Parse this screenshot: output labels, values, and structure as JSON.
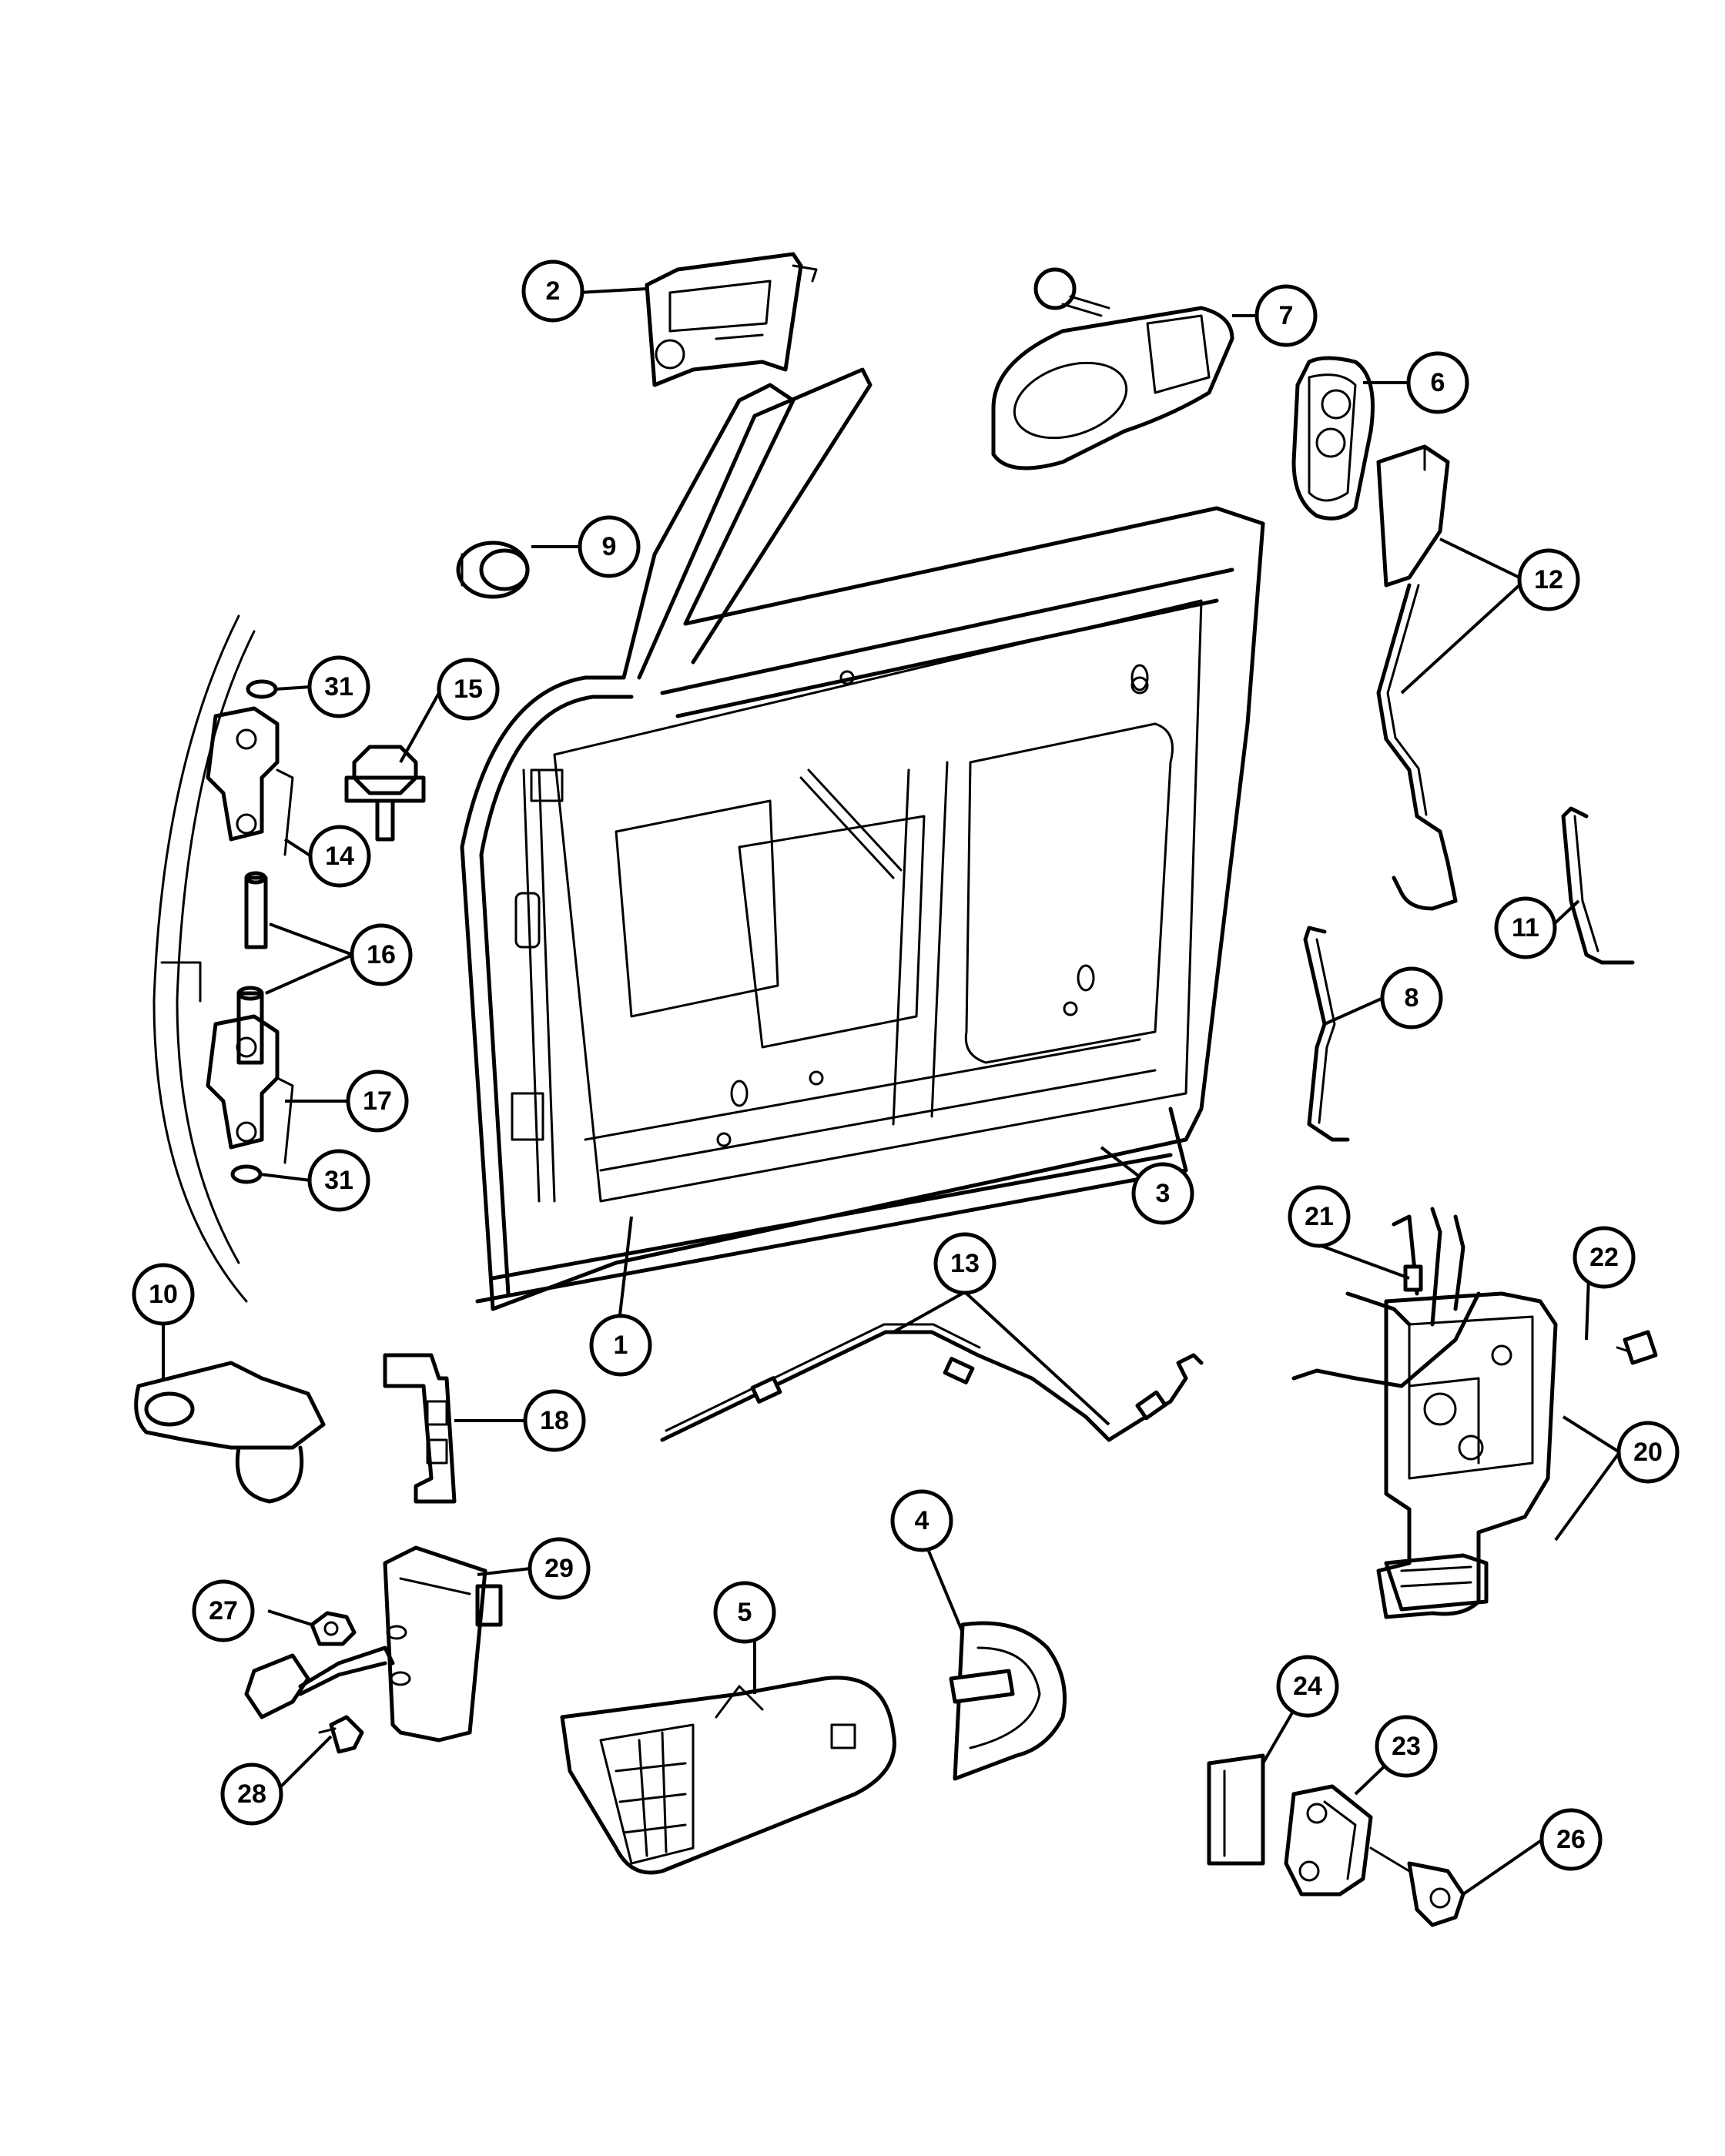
{
  "callouts": {
    "c1": "1",
    "c2": "2",
    "c3": "3",
    "c4": "4",
    "c5": "5",
    "c6": "6",
    "c7": "7",
    "c8": "8",
    "c9": "9",
    "c10": "10",
    "c11": "11",
    "c12": "12",
    "c13": "13",
    "c14": "14",
    "c15": "15",
    "c16": "16",
    "c17": "17",
    "c18": "18",
    "c20": "20",
    "c21": "21",
    "c22": "22",
    "c23": "23",
    "c24": "24",
    "c26": "26",
    "c27": "27",
    "c28": "28",
    "c29": "29",
    "c31a": "31",
    "c31b": "31"
  }
}
